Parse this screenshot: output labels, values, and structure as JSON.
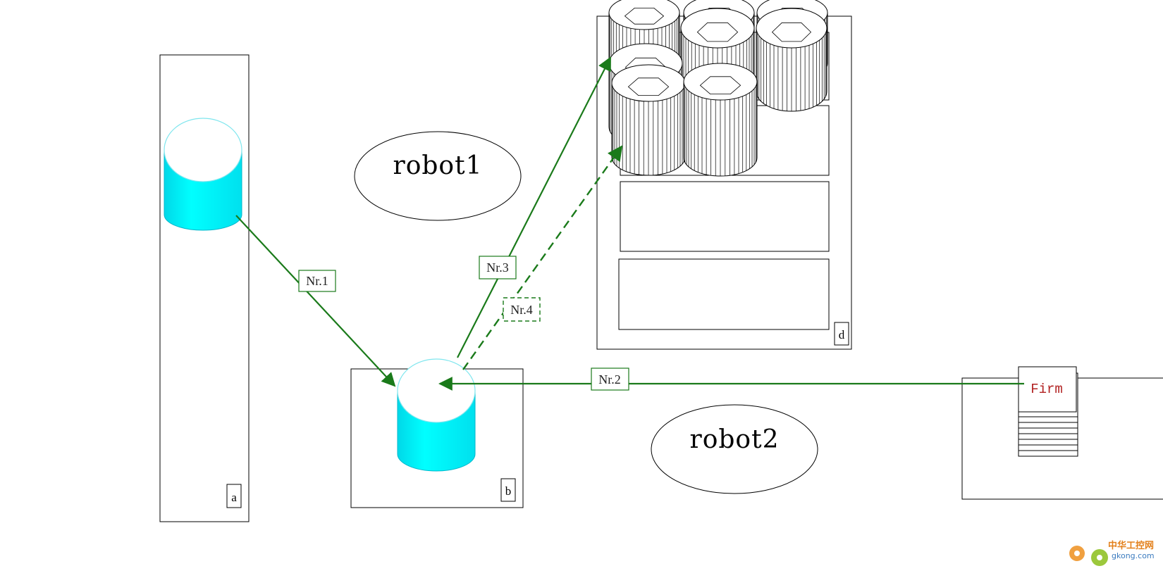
{
  "stations": [
    {
      "id": "a",
      "label": "a"
    },
    {
      "id": "b",
      "label": "b"
    },
    {
      "id": "d",
      "label": "d"
    }
  ],
  "robots": [
    {
      "id": "robot1",
      "label": "robot1"
    },
    {
      "id": "robot2",
      "label": "robot2"
    }
  ],
  "arrows": [
    {
      "id": "nr1",
      "label": "Nr.1",
      "style": "solid",
      "from": "a",
      "to": "b"
    },
    {
      "id": "nr2",
      "label": "Nr.2",
      "style": "solid",
      "from": "Firm",
      "to": "b"
    },
    {
      "id": "nr3",
      "label": "Nr.3",
      "style": "solid",
      "from": "b",
      "to": "d"
    },
    {
      "id": "nr4",
      "label": "Nr.4",
      "style": "dashed",
      "from": "b",
      "to": "d"
    }
  ],
  "firm": {
    "label": "Firm"
  },
  "watermark": {
    "line1": "中华工控网",
    "line2": "gkong.com"
  },
  "colors": {
    "arrow": "#1a7a1a",
    "cylinder_fill": "#00f0f0",
    "cylinder_edge": "#00a8c0",
    "firm_text": "#b22222",
    "line": "#000000"
  }
}
